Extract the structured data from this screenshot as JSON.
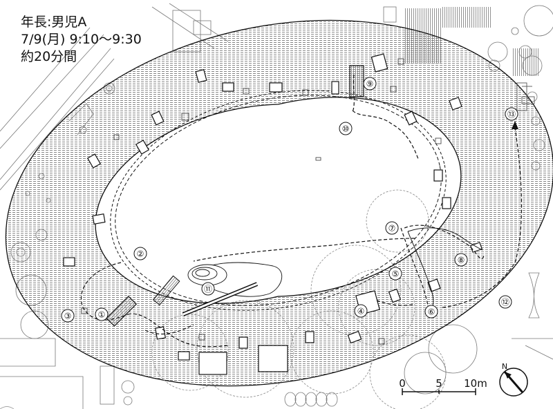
{
  "header": {
    "title": "年長:男児A",
    "date": "7/9(月) 9:10〜9:30",
    "duration": "約20分間"
  },
  "route_markers": [
    {
      "label": "①"
    },
    {
      "label": "②"
    },
    {
      "label": "③"
    },
    {
      "label": "④"
    },
    {
      "label": "⑤"
    },
    {
      "label": "⑥"
    },
    {
      "label": "⑦"
    },
    {
      "label": "⑧"
    },
    {
      "label": "⑨"
    },
    {
      "label": "⑩"
    },
    {
      "label": "⑪"
    },
    {
      "label": "⑫"
    },
    {
      "label": "⑬"
    }
  ],
  "scale": {
    "ticks": [
      "0",
      "5",
      "10m"
    ]
  },
  "compass": {
    "label": "N"
  }
}
